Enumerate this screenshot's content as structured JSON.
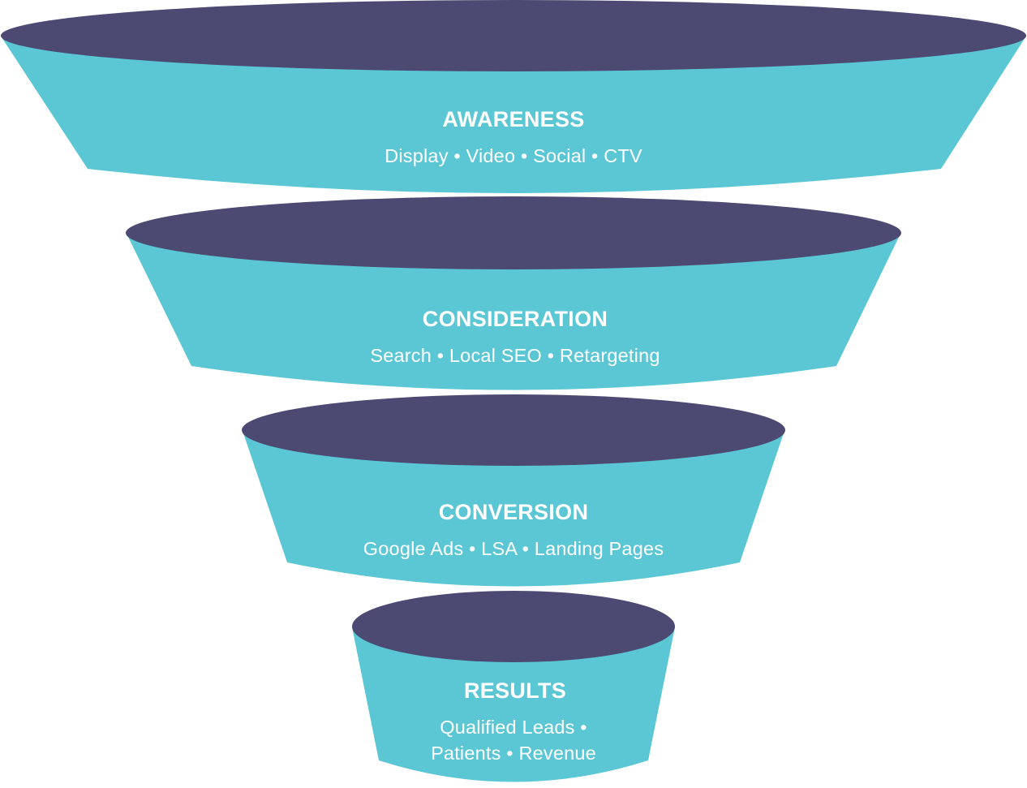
{
  "colors": {
    "rim": "#4c4a73",
    "body": "#5bc6d4",
    "text": "#ffffff",
    "background": "#ffffff"
  },
  "stages": [
    {
      "title": "AWARENESS",
      "channels": [
        "Display • Video • Social • CTV"
      ]
    },
    {
      "title": "CONSIDERATION",
      "channels": [
        "Search • Local SEO • Retargeting"
      ]
    },
    {
      "title": "CONVERSION",
      "channels": [
        "Google Ads • LSA • Landing Pages"
      ]
    },
    {
      "title": "RESULTS",
      "channels": [
        "Qualified Leads •",
        "Patients • Revenue"
      ]
    }
  ]
}
